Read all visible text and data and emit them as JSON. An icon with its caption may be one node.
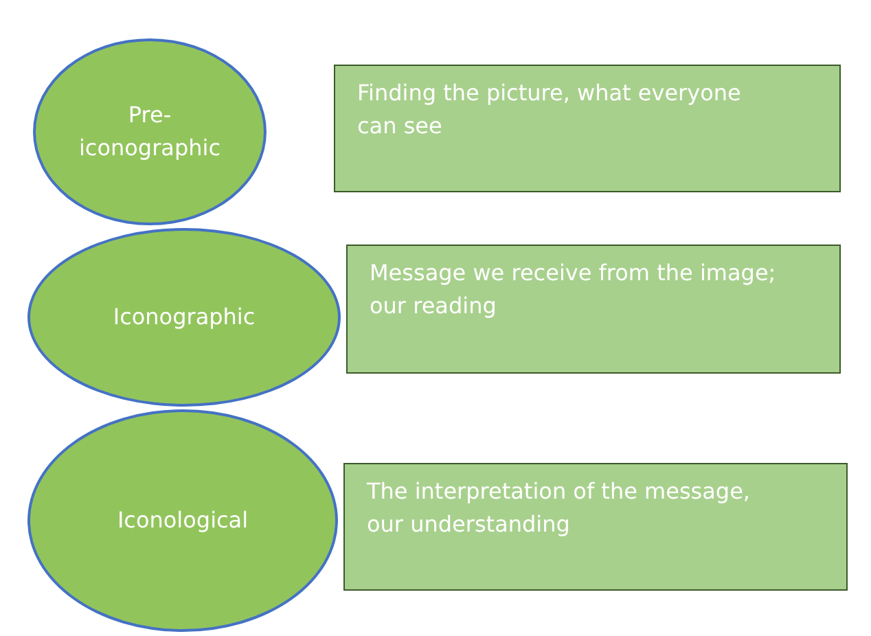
{
  "diagram": {
    "nodes": [
      {
        "text": [
          "Pre-iconographic"
        ]
      },
      {
        "text": [
          "Finding the picture, what everyone can see"
        ]
      },
      {
        "text": [
          "Iconographic"
        ]
      },
      {
        "text": [
          "Message we receive from the image; our reading"
        ]
      },
      {
        "text": [
          "Iconological"
        ]
      },
      {
        "text": [
          "The interpretation of the message, our understanding"
        ]
      }
    ]
  }
}
